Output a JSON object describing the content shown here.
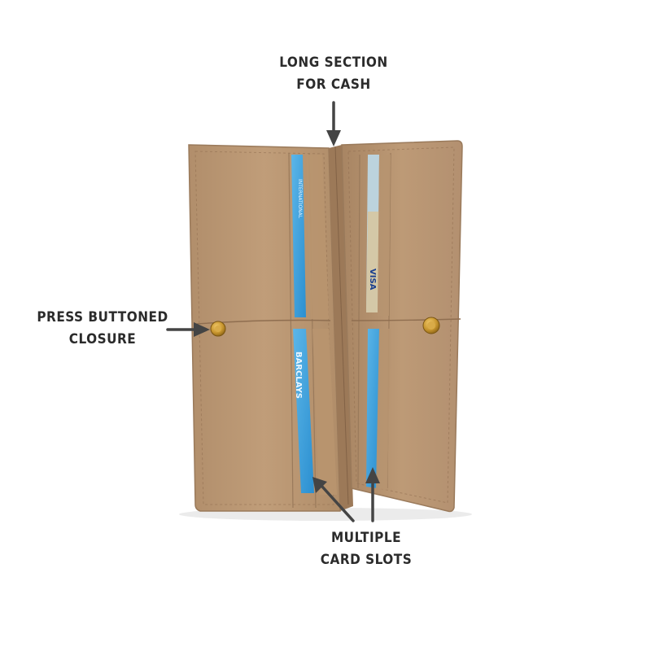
{
  "callouts": {
    "cash": {
      "line1": "LONG SECTION",
      "line2": "FOR CASH"
    },
    "closure": {
      "line1": "PRESS BUTTONED",
      "line2": "CLOSURE"
    },
    "cards": {
      "line1": "MULTIPLE",
      "line2": "CARD SLOTS"
    }
  },
  "cards": {
    "left_top_text": "BARCLAYS",
    "right_top_text": "VISA"
  },
  "colors": {
    "leather": "#bd9a76",
    "leather_dark": "#a98664",
    "stitch": "#8f6e50",
    "card_blue": "#3aa0dc",
    "arrow": "#444444",
    "button": "#c8962f"
  },
  "icons": {
    "arrow": "arrow-icon",
    "snap": "snap-button-icon"
  }
}
